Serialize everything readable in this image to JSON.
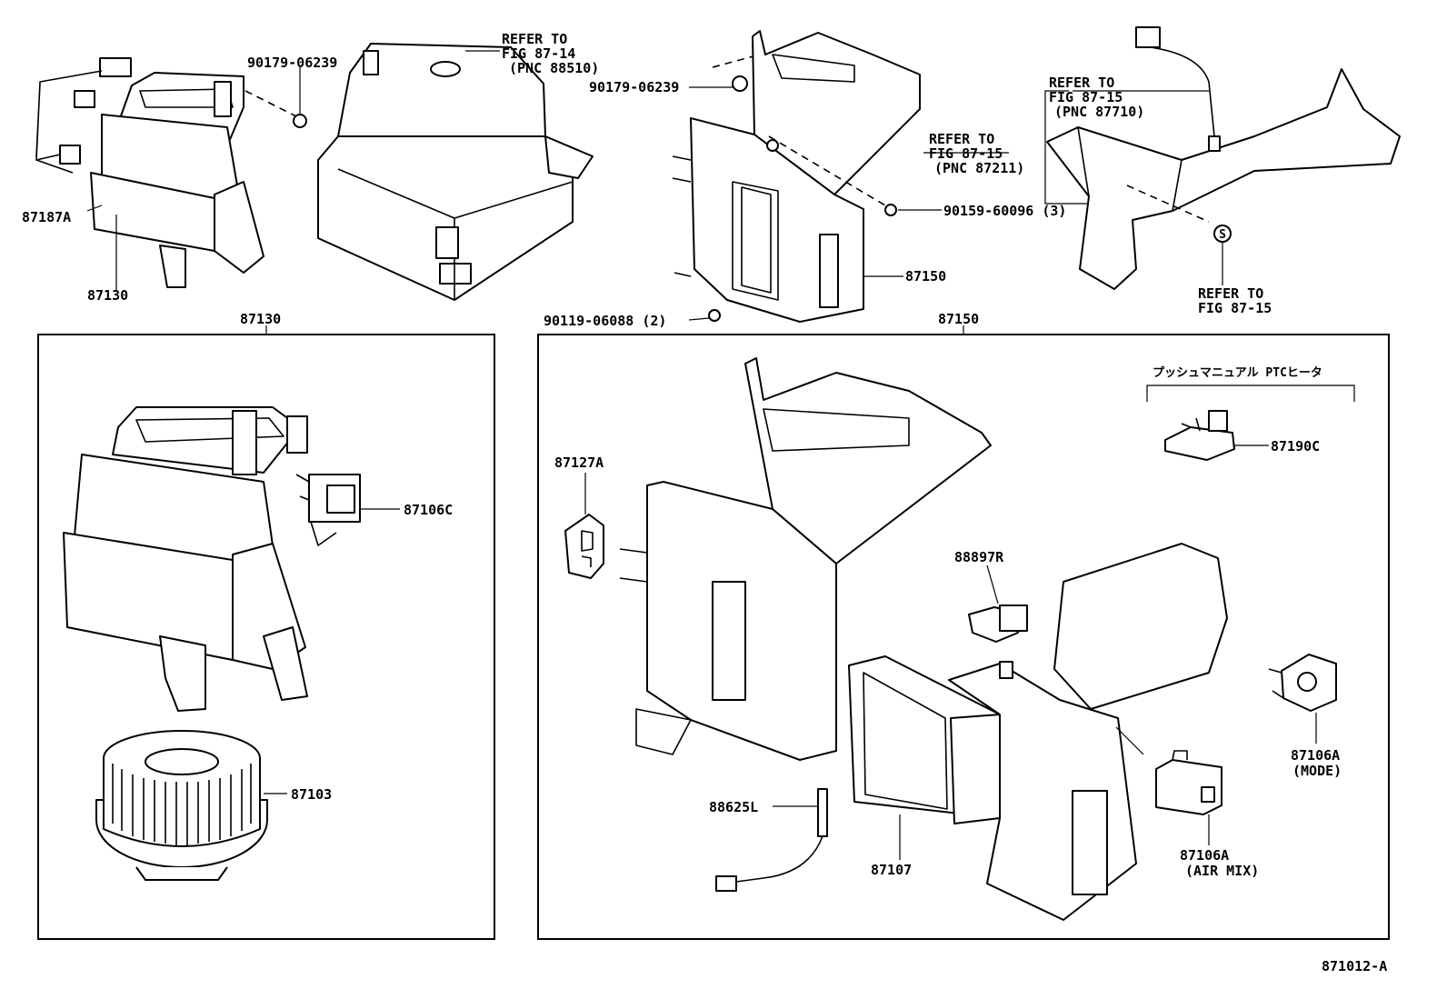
{
  "diagram_id": "871012-A",
  "top": {
    "blower_assy": {
      "harness_part": "87187A",
      "blower_part": "87130"
    },
    "clip_left": "90179-06239",
    "refer_fig_87_14": {
      "line1": "REFER TO",
      "line2": "FIG 87-14",
      "line3": "(PNC 88510)"
    },
    "clip_mid": "90179-06239",
    "refer_fig_87_15_a": {
      "line1": "REFER TO",
      "line2": "FIG 87-15",
      "line3": "(PNC 87211)"
    },
    "screw_3": "90159-60096 (3)",
    "unit_part": "87150",
    "screw_2": "90119-06088 (2)",
    "refer_fig_87_15_b": {
      "line1": "REFER TO",
      "line2": "FIG 87-15",
      "line3": "(PNC 87710)"
    },
    "refer_fig_87_15_c": {
      "line1": "REFER TO",
      "line2": "FIG 87-15"
    },
    "s_marker": "S"
  },
  "left_box": {
    "title": "87130",
    "resistor": "87106C",
    "motor": "87103"
  },
  "right_box": {
    "title": "87150",
    "grommet": "87127A",
    "valve": "88897R",
    "ptc_group_label": "プッシュマニュアル PTCヒータ",
    "ptc_heater": "87190C",
    "servo_mode": "87106A",
    "servo_mode_note": "(MODE)",
    "thermistor": "88625L",
    "evaporator": "87107",
    "servo_airmix": "87106A",
    "servo_airmix_note": "(AIR MIX)"
  }
}
